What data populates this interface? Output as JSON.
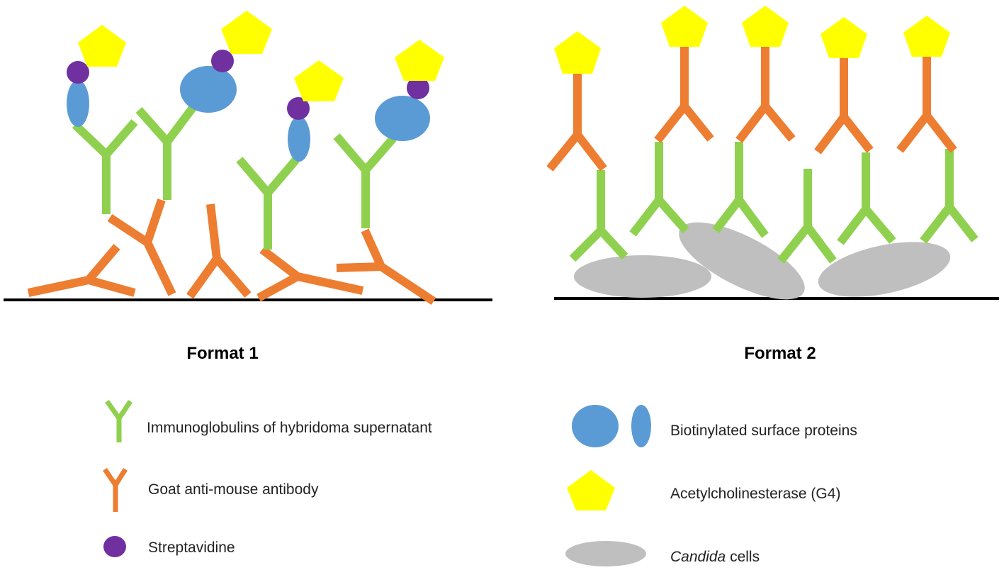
{
  "colors": {
    "immunoglobulin": "#8fd14f",
    "goat_antibody": "#ed7d31",
    "streptavidine": "#7030a0",
    "surface_protein": "#5b9bd5",
    "acetylcholinesterase": "#ffff00",
    "candida_cell": "#bfbfbf",
    "baseline": "#000000"
  },
  "panels": [
    {
      "id": "format1",
      "title": "Format 1"
    },
    {
      "id": "format2",
      "title": "Format 2"
    }
  ],
  "legend": [
    {
      "id": "immunoglobulin",
      "icon": "green-y-antibody-icon",
      "label": "Immunoglobulins of hybridoma supernatant"
    },
    {
      "id": "goat_antibody",
      "icon": "orange-y-antibody-icon",
      "label": "Goat anti-mouse antibody"
    },
    {
      "id": "streptavidine",
      "icon": "purple-circle-icon",
      "label": "Streptavidine"
    },
    {
      "id": "surface_protein",
      "icon": "blue-ellipse-pair-icon",
      "label": "Biotinylated surface proteins"
    },
    {
      "id": "acetylcholinesterase",
      "icon": "yellow-pentagon-icon",
      "label": "Acetylcholinesterase (G4)"
    },
    {
      "id": "candida",
      "icon": "gray-ellipse-icon",
      "label_italic": "Candida",
      "label_rest": " cells"
    }
  ]
}
